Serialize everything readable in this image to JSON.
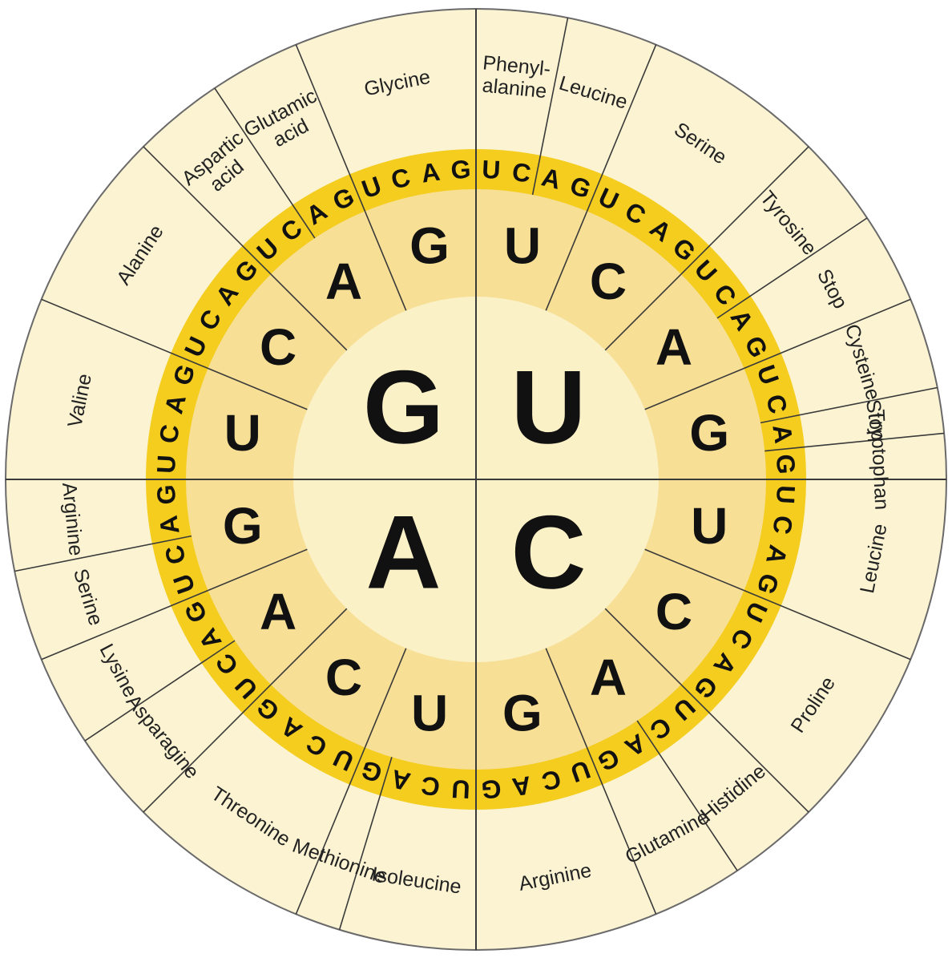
{
  "colors": {
    "outer_ring": "#fbf3d2",
    "third_base_ring": "#f4cd1e",
    "second_base_ring": "#f7df95",
    "center": "#fbf1c6",
    "text": "#111111",
    "lines": "#3a3a3a"
  },
  "wheel": {
    "first_base": [
      "U",
      "C",
      "A",
      "G"
    ],
    "second_base": [
      "U",
      "C",
      "A",
      "G"
    ],
    "third_base": [
      "U",
      "C",
      "A",
      "G"
    ],
    "amino_acids": [
      {
        "label": [
          "Phenyl-",
          "alanine"
        ],
        "codons": 2
      },
      {
        "label": [
          "Leucine"
        ],
        "codons": 2
      },
      {
        "label": [
          "Serine"
        ],
        "codons": 4
      },
      {
        "label": [
          "Tyrosine"
        ],
        "codons": 2
      },
      {
        "label": [
          "Stop"
        ],
        "codons": 2
      },
      {
        "label": [
          "Cysteine"
        ],
        "codons": 2
      },
      {
        "label": [
          "Stop"
        ],
        "codons": 1
      },
      {
        "label": [
          "Tryptophan"
        ],
        "codons": 1
      },
      {
        "label": [
          "Leucine"
        ],
        "codons": 4
      },
      {
        "label": [
          "Proline"
        ],
        "codons": 4
      },
      {
        "label": [
          "Histidine"
        ],
        "codons": 2
      },
      {
        "label": [
          "Glutamine"
        ],
        "codons": 2
      },
      {
        "label": [
          "Arginine"
        ],
        "codons": 4
      },
      {
        "label": [
          "Isoleucine"
        ],
        "codons": 3
      },
      {
        "label": [
          "Methionine"
        ],
        "codons": 1
      },
      {
        "label": [
          "Threonine"
        ],
        "codons": 4
      },
      {
        "label": [
          "Asparagine"
        ],
        "codons": 2
      },
      {
        "label": [
          "Lysine"
        ],
        "codons": 2
      },
      {
        "label": [
          "Serine"
        ],
        "codons": 2
      },
      {
        "label": [
          "Arginine"
        ],
        "codons": 2
      },
      {
        "label": [
          "Valine"
        ],
        "codons": 4
      },
      {
        "label": [
          "Alanine"
        ],
        "codons": 4
      },
      {
        "label": [
          "Aspartic",
          "acid"
        ],
        "codons": 2
      },
      {
        "label": [
          "Glutamic",
          "acid"
        ],
        "codons": 2
      },
      {
        "label": [
          "Glycine"
        ],
        "codons": 4
      }
    ]
  }
}
